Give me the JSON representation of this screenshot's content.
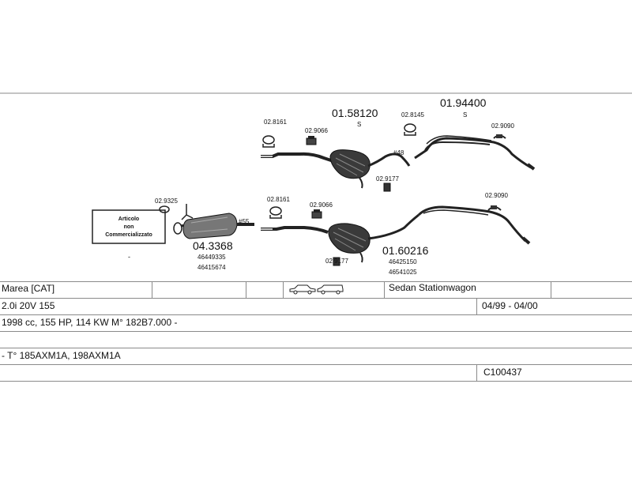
{
  "upper_system": {
    "clamp_left": "02.8161",
    "hanger_left": "02.9066",
    "middle_silencer": "01.58120",
    "middle_silencer_suffix": "S",
    "clamp_right": "02.8145",
    "rear_silencer": "01.94400",
    "rear_silencer_suffix": "S",
    "hanger_rear": "02.9090",
    "diameter": "#48",
    "rubber_mount": "02.9177"
  },
  "lower_system": {
    "hanger_front": "02.9325",
    "not_sold_box": [
      "Articolo",
      "non",
      "Commercializzato"
    ],
    "dash": "-",
    "diameter": "#55",
    "front_pipe": "04.3368",
    "front_pipe_refs": [
      "46449335",
      "46415674"
    ],
    "clamp": "02.8161",
    "hanger": "02.9066",
    "rubber_mount": "02.9177",
    "rear_silencer": "01.60216",
    "rear_silencer_refs": [
      "46425150",
      "46541025"
    ],
    "hanger_rear": "02.9090"
  },
  "vehicle_table": {
    "model": "Marea  [CAT]",
    "body_types": "Sedan  Stationwagon",
    "engine": "2.0i 20V 155",
    "years": "04/99 - 04/00",
    "specs": "1998 cc, 155 HP, 114 KW M° 182B7.000 -",
    "engine_codes": "- T° 185AXM1A, 198AXM1A",
    "catalog_code": "C100437"
  },
  "colors": {
    "line": "#8a8a8a",
    "ink": "#111111",
    "silencer_fill": "#3a3a3a"
  }
}
